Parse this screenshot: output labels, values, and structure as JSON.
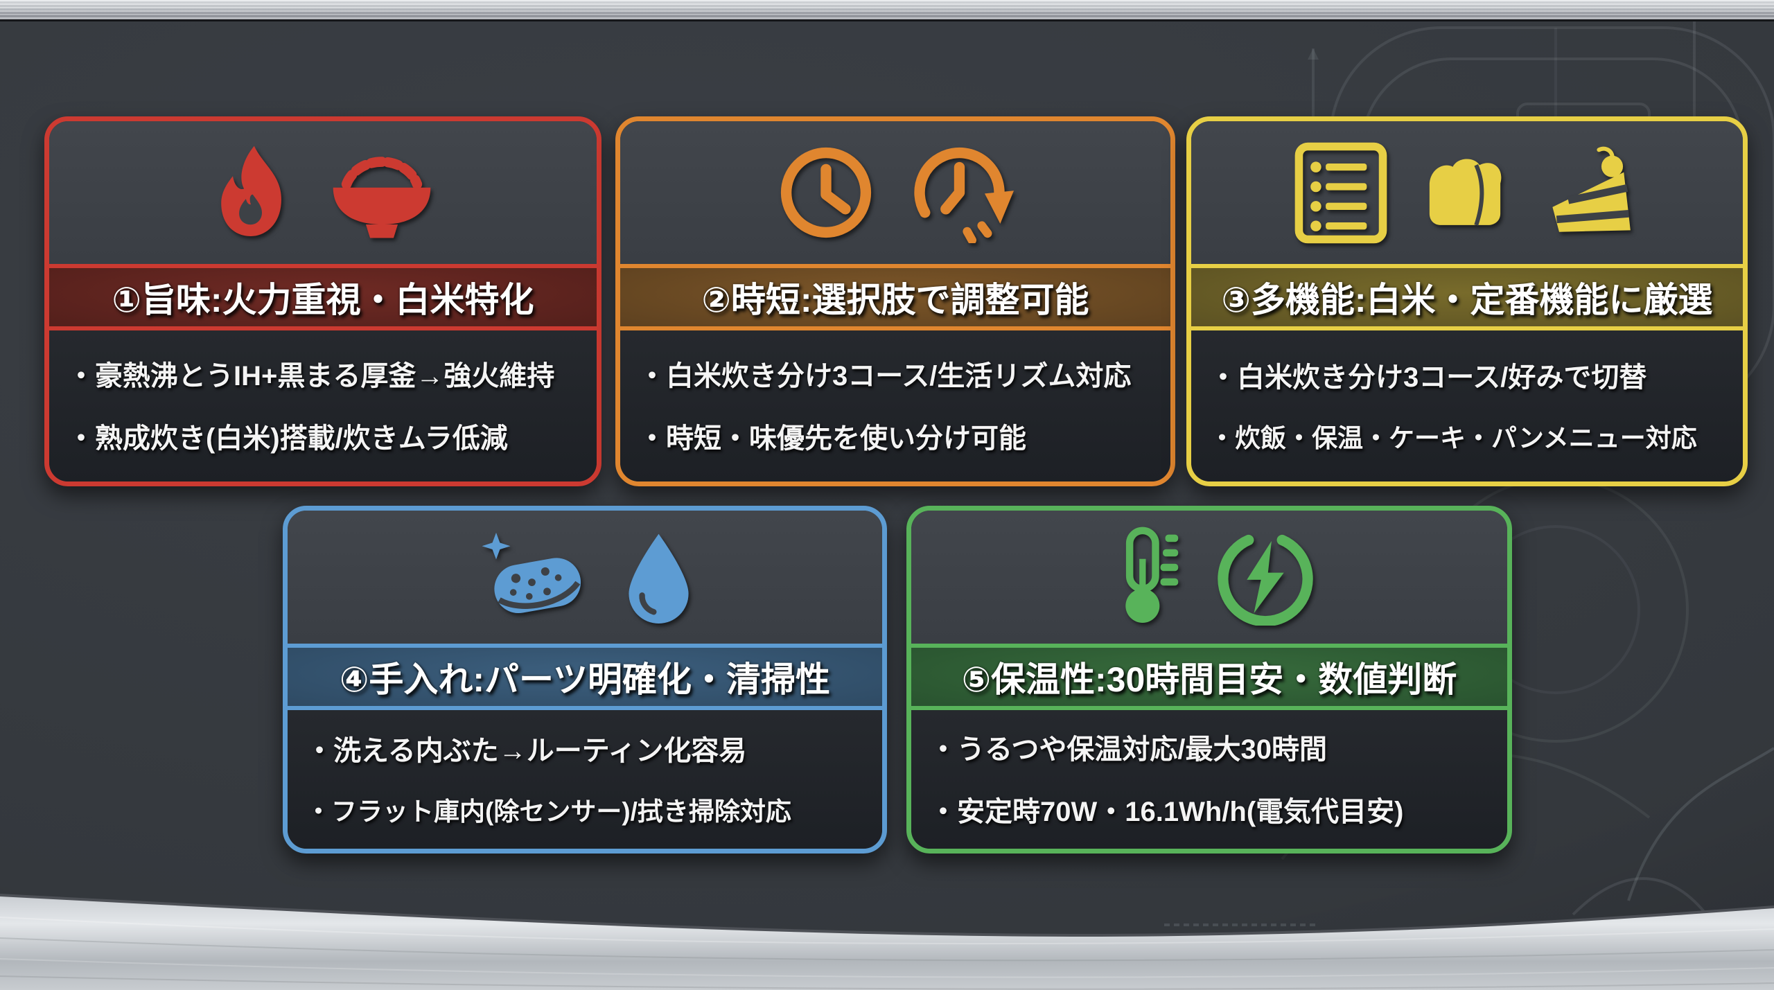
{
  "background": {
    "base_color": "#34383d",
    "metal_color": "#c6cace",
    "sketch": "rice-cooker-blueprint"
  },
  "cards": [
    {
      "accent": "#cc3a31",
      "icons": [
        "flame-icon",
        "rice-bowl-icon"
      ],
      "title": "①旨味:火力重視・白米特化",
      "bullets": [
        "・豪熱沸とうIH+黒まる厚釜→強火維持",
        "・熟成炊き(白米)搭載/炊きムラ低減"
      ]
    },
    {
      "accent": "#e0862f",
      "icons": [
        "clock-icon",
        "clock-refresh-icon"
      ],
      "title": "②時短:選択肢で調整可能",
      "bullets": [
        "・白米炊き分け3コース/生活リズム対応",
        "・時短・味優先を使い分け可能"
      ]
    },
    {
      "accent": "#e7cf45",
      "icons": [
        "menu-list-icon",
        "bread-icon",
        "cake-icon"
      ],
      "title": "③多機能:白米・定番機能に厳選",
      "bullets": [
        "・白米炊き分け3コース/好みで切替",
        "・炊飯・保温・ケーキ・パンメニュー対応"
      ]
    },
    {
      "accent": "#5d9cd3",
      "icons": [
        "sponge-icon",
        "water-drop-icon"
      ],
      "title": "④手入れ:パーツ明確化・清掃性",
      "bullets": [
        "・洗える内ぶた→ルーティン化容易",
        "・フラット庫内(除センサー)/拭き掃除対応"
      ]
    },
    {
      "accent": "#58b35a",
      "icons": [
        "thermometer-icon",
        "power-icon"
      ],
      "title": "⑤保温性:30時間目安・数値判断",
      "bullets": [
        "・うるつや保温対応/最大30時間",
        "・安定時70W・16.1Wh/h(電気代目安)"
      ]
    }
  ]
}
